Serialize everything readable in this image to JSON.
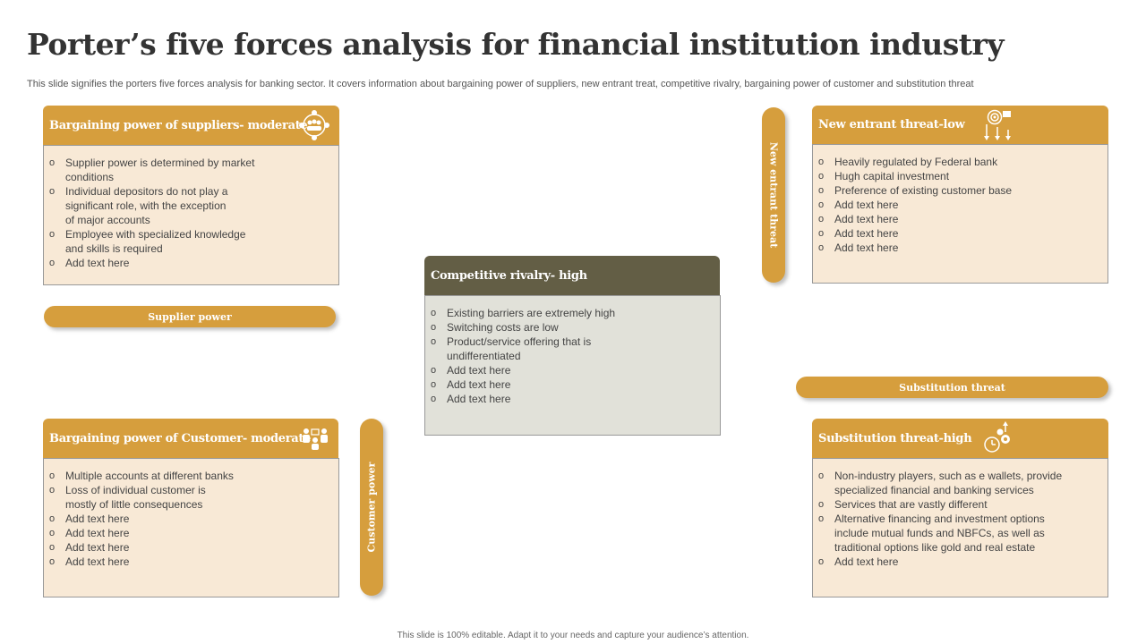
{
  "page": {
    "title": "Porter’s five forces analysis for financial institution industry",
    "subtitle": "This slide signifies the porters five forces analysis for banking sector. It covers information about bargaining power of suppliers, new entrant treat,  competitive rivalry,  bargaining power of customer and substitution threat",
    "footer": "This slide is 100% editable.  Adapt it to your needs and capture your audience’s attention."
  },
  "colors": {
    "accent": "#d69e3d",
    "dark_header": "#635e45",
    "card_bg": "#f8e9d6",
    "center_bg": "#e1e1d9"
  },
  "suppliers": {
    "title": "Bargaining power of suppliers- moderate",
    "icon": "team-network-icon",
    "items": [
      [
        "Supplier power is determined by market",
        "conditions"
      ],
      [
        "Individual depositors do not play a",
        "significant role, with the exception",
        "of major accounts"
      ],
      [
        "Employee with specialized knowledge",
        "and skills is required"
      ],
      [
        "Add text here"
      ]
    ]
  },
  "new_entrant": {
    "title": "New entrant threat-low",
    "icon": "target-arrows-icon",
    "items": [
      [
        "Heavily regulated by Federal bank"
      ],
      [
        "Hugh capital investment"
      ],
      [
        "Preference of existing customer base"
      ],
      [
        "Add text here"
      ],
      [
        "Add text here"
      ],
      [
        "Add text here"
      ],
      [
        "Add text here"
      ]
    ]
  },
  "rivalry": {
    "title": "Competitive rivalry- high",
    "items": [
      [
        "Existing barriers are extremely high"
      ],
      [
        "Switching costs are low"
      ],
      [
        "Product/service offering that is",
        "undifferentiated"
      ],
      [
        "Add text here"
      ],
      [
        "Add text here"
      ],
      [
        "Add text here"
      ]
    ]
  },
  "customers": {
    "title": "Bargaining power of Customer- moderate",
    "icon": "people-meeting-icon",
    "items": [
      [
        "Multiple accounts at different banks"
      ],
      [
        "Loss of individual  customer is",
        "mostly of little consequences"
      ],
      [
        "Add text here"
      ],
      [
        "Add text here"
      ],
      [
        "Add text here"
      ],
      [
        "Add text here"
      ]
    ]
  },
  "substitution": {
    "title": "Substitution threat-high",
    "icon": "clock-gears-icon",
    "items": [
      [
        "Non-industry  players,  such as e wallets,  provide",
        "specialized financial  and banking services"
      ],
      [
        "Services  that are vastly different"
      ],
      [
        "Alternative financing and investment options",
        "include mutual funds and NBFCs, as well as",
        "traditional options like gold and real estate"
      ],
      [
        "Add text here"
      ]
    ]
  },
  "pills": {
    "supplier_power": "Supplier power",
    "new_entrant_threat": "New entrant threat",
    "customer_power": "Customer power",
    "substitution_threat": "Substitution threat"
  }
}
